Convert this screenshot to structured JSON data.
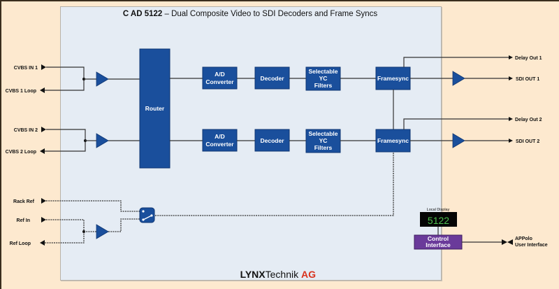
{
  "title": {
    "model": "C AD 5122",
    "description": "– Dual Composite Video to SDI Decoders and Frame Syncs"
  },
  "inputs": {
    "cvbs_in_1": "CVBS IN 1",
    "cvbs_1_loop": "CVBS 1 Loop",
    "cvbs_in_2": "CVBS IN 2",
    "cvbs_2_loop": "CVBS 2 Loop",
    "rack_ref": "Rack Ref",
    "ref_in": "Ref In",
    "ref_loop": "Ref Loop"
  },
  "outputs": {
    "delay_out_1": "Delay Out 1",
    "sdi_out_1": "SDI OUT 1",
    "delay_out_2": "Delay Out 2",
    "sdi_out_2": "SDI OUT 2",
    "apollo_line1": "APPolo",
    "apollo_line2": "User Interface"
  },
  "blocks": {
    "router": "Router",
    "ad_line1": "A/D",
    "ad_line2": "Converter",
    "decoder": "Decoder",
    "filter_line1": "Selectable",
    "filter_line2": "YC",
    "filter_line3": "Filters",
    "framesync": "Framesync",
    "control_line1": "Control",
    "control_line2": "Interface"
  },
  "local_display": {
    "label": "Local Display",
    "value": "5122"
  },
  "logo": {
    "lynx": "LYNX",
    "technik": "Technik",
    "ag": "AG"
  },
  "colors": {
    "block_blue": "#1a4f9c",
    "control_purple": "#6a3a9a",
    "display_green": "#4fbf4f",
    "logo_red": "#d9331e",
    "panel_bg": "#e5ecf4",
    "outer_bg": "#fde9cf"
  }
}
